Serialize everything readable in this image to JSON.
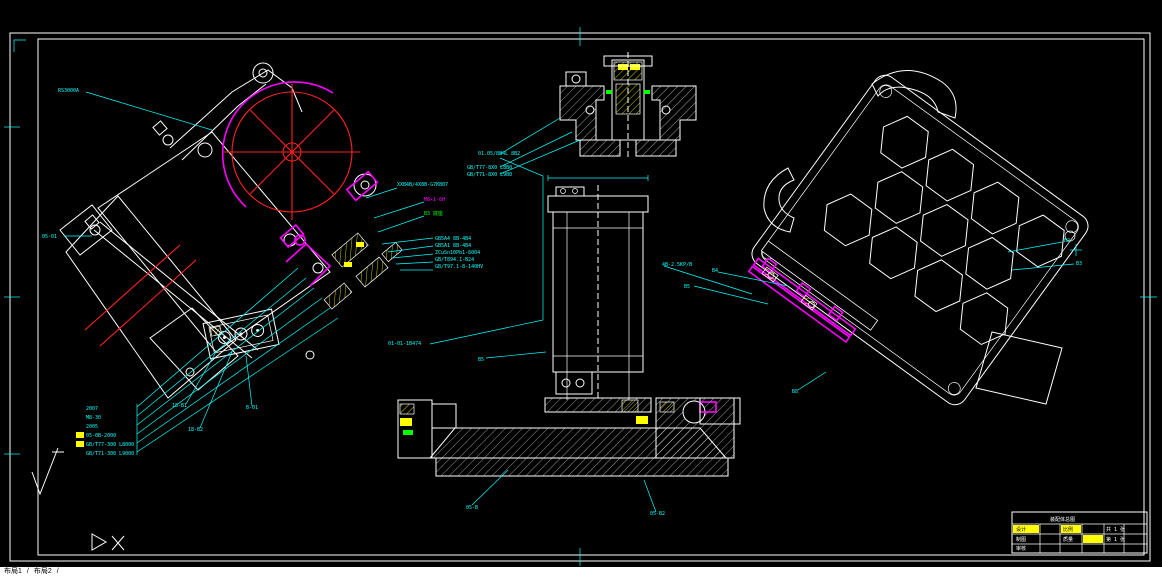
{
  "app": {
    "layout_tabs": [
      {
        "label": "布局1"
      },
      {
        "label": "布局2"
      }
    ],
    "tab_separator": "/"
  },
  "colors": {
    "background": "#000000",
    "frame": "#ffffff",
    "annotation_cyan": "#00ffff",
    "highlight_magenta": "#ff00ff",
    "accent_red": "#ff2222",
    "hatch_yellow": "#ffff00",
    "geometry_white": "#ffffff",
    "green": "#00ff00"
  },
  "annotations": {
    "labels": [
      {
        "text": "RS3000A"
      },
      {
        "text": "05-01"
      },
      {
        "text": "GB5A4 8B-4B4"
      },
      {
        "text": "GB5A1 8B-4B4"
      },
      {
        "text": "ZCuSn10Pb1-6004"
      },
      {
        "text": "GB/T894.1-B24"
      },
      {
        "text": "GB/T97.1-8-140HV"
      },
      {
        "text": "XXB4B/4X8B-G7KB07"
      },
      {
        "text": "M8×1-6H"
      },
      {
        "text": "B3 底座"
      },
      {
        "text": "01.05/8B4L 8B2"
      },
      {
        "text": "GB/T77-8X0 L8B0"
      },
      {
        "text": "GB/T71-8X0 L9B0"
      },
      {
        "text": "4B-2.5KP/B"
      },
      {
        "text": "B5"
      },
      {
        "text": "B4"
      },
      {
        "text": "B2"
      },
      {
        "text": "B3"
      },
      {
        "text": "B8"
      },
      {
        "text": "01-01-1B474"
      },
      {
        "text": "05-B"
      },
      {
        "text": "05-B2"
      },
      {
        "text": "18-B1"
      },
      {
        "text": "18-B2"
      },
      {
        "text": "B-01"
      },
      {
        "text": "B5"
      }
    ],
    "parts_list": [
      "2007",
      "M8-30",
      "2005",
      "05-0B-2000",
      "GB/T77-300 L8000",
      "GB/T71-300 L9000"
    ]
  },
  "title_block": {
    "title": "装配体总图",
    "cells": [
      "设计",
      "制图",
      "审核",
      "比例",
      "质量",
      "共 1 张",
      "第 1 张"
    ]
  }
}
